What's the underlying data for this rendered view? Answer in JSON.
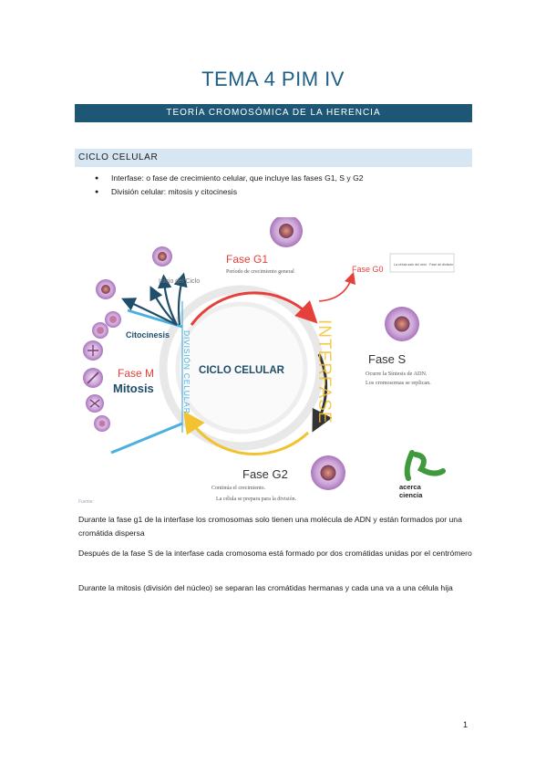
{
  "title": "TEMA 4 PIM IV",
  "banner": "TEORÍA CROMOSÓMICA DE LA HERENCIA",
  "section": "CICLO CELULAR",
  "bullets": [
    "Interfase: o fase de crecimiento celular, que incluye las fases G1, S y G2",
    "División celular: mitosis y citocinesis"
  ],
  "diagram": {
    "center": "CICLO CELULAR",
    "g1_title": "Fase G1",
    "g1_sub": "Período de crecimiento general",
    "g0": "Fase G0",
    "g0_box": "La célula sale del ciclo · Fase de división",
    "s_title": "Fase S",
    "s_sub1": "Ocurre la Síntesis de ADN.",
    "s_sub2": "Los cromosomas se replican.",
    "g2_title": "Fase G2",
    "g2_sub1": "Continúa el crecimiento.",
    "g2_sub2": "La célula se prepara para la división.",
    "interfase": "INTERFASE",
    "division": "DIVISIÓN CELULAR",
    "inicio": "Inicio del Ciclo",
    "citocinesis": "Citocinesis",
    "fase_m": "Fase M",
    "mitosis": "Mitosis",
    "logo_line1": "acerca",
    "logo_line2": "ciencia",
    "caption": "Fuente:",
    "colors": {
      "red": "#e6403a",
      "yellow": "#f2c230",
      "blue": "#4bb0e0",
      "navy": "#1f4e6b",
      "purple": "#b07cc4",
      "green": "#3f9a3d"
    }
  },
  "paragraphs": [
    "Durante la fase g1 de la interfase los cromosomas solo tienen una molécula de ADN y están formados por una cromátida dispersa",
    "Después de la fase S de la interfase cada cromosoma está formado por dos cromátidas unidas por el centrómero",
    "Durante la mitosis (división del núcleo) se separan las cromátidas hermanas y cada una va a una célula hija"
  ],
  "page_number": "1"
}
